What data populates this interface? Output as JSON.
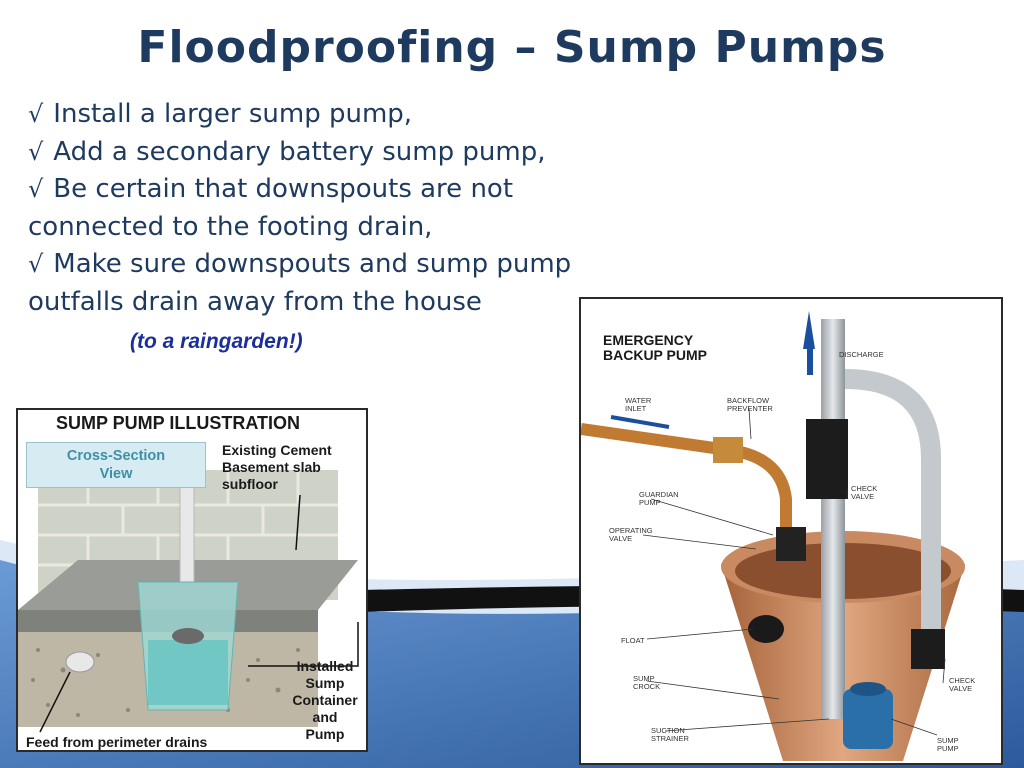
{
  "slide": {
    "title": "Floodproofing – Sump Pumps",
    "bullets": [
      {
        "check": "√",
        "lines": [
          "Install a larger sump pump,"
        ]
      },
      {
        "check": "√",
        "lines": [
          "Add a secondary battery sump pump,"
        ]
      },
      {
        "check": "√",
        "lines": [
          "Be certain that downspouts are not",
          "connected to the footing drain,"
        ]
      },
      {
        "check": "√",
        "lines": [
          "Make sure downspouts and sump pump",
          "outfalls drain away from the house"
        ]
      }
    ],
    "note": "(to a raingarden!)"
  },
  "left_illustration": {
    "title": "SUMP PUMP ILLUSTRATION",
    "view_label": [
      "Cross-Section",
      "View"
    ],
    "slab_label": [
      "Existing Cement",
      "Basement slab",
      "subfloor"
    ],
    "container_label": [
      "Installed",
      "Sump",
      "Container",
      "and",
      "Pump"
    ],
    "feed_label": "Feed from perimeter drains"
  },
  "right_illustration": {
    "title": [
      "EMERGENCY",
      "BACKUP PUMP"
    ],
    "labels": {
      "discharge": "Discharge",
      "water_inlet": [
        "Water",
        "Inlet"
      ],
      "backflow_preventer": [
        "Backflow",
        "Preventer"
      ],
      "guardian_pump": [
        "Guardian",
        "Pump"
      ],
      "check_valve_top": [
        "Check",
        "Valve"
      ],
      "operating_valve": [
        "Operating",
        "Valve"
      ],
      "float": "Float",
      "sump_crock": [
        "Sump",
        "Crock"
      ],
      "check_valve_bottom": [
        "Check",
        "Valve"
      ],
      "suction_strainer": [
        "Suction",
        "Strainer"
      ],
      "sump_pump": [
        "Sump",
        "Pump"
      ]
    }
  },
  "colors": {
    "title": "#1f3a5f",
    "body_text": "#1f3a5f",
    "note": "#1b2f9c",
    "swoosh_light": "#c9dcf2",
    "swoosh_dark": "#2f5f9e"
  }
}
